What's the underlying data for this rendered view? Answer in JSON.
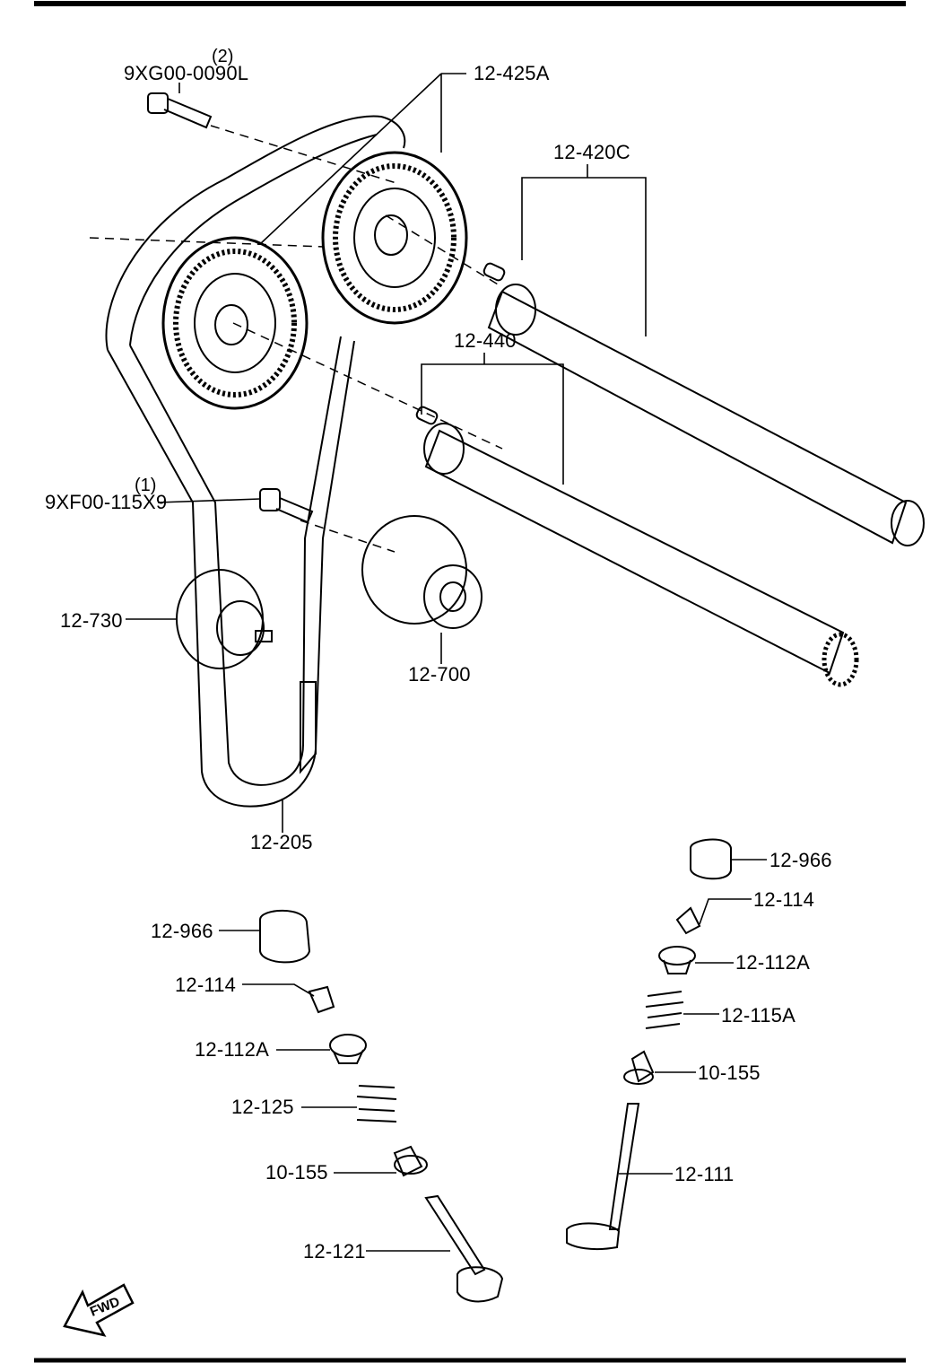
{
  "parts": {
    "bolt_upper": {
      "part_no": "9XG00-0090L",
      "qty": "(2)"
    },
    "bolt_lower": {
      "part_no": "9XF00-115X9",
      "qty": "(1)"
    },
    "sprocket": "12-425A",
    "exhaust_camshaft": "12-420C",
    "intake_camshaft": "12-440",
    "idler_pulley": "12-730",
    "tensioner": "12-700",
    "timing_belt": "12-205",
    "tappet_right": "12-966",
    "keeper_right": "12-114",
    "retainer_right": "12-112A",
    "spring_right": "12-115A",
    "seal_right": "10-155",
    "valve_right": "12-111",
    "tappet_left": "12-966",
    "keeper_left": "12-114",
    "retainer_left": "12-112A",
    "spring_left": "12-125",
    "seal_left": "10-155",
    "valve_left": "12-121"
  },
  "fwd_label": "FWD"
}
